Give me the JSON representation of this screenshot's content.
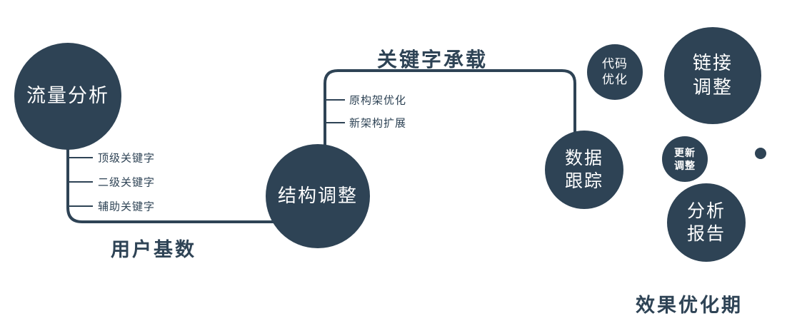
{
  "colors": {
    "primary": "#2e4355",
    "background": "#ffffff",
    "node_text": "#ffffff"
  },
  "nodes": {
    "traffic": {
      "label": "流量分析"
    },
    "structure": {
      "label": "结构调整"
    },
    "data_tracking": {
      "line1": "数据",
      "line2": "跟踪"
    },
    "code_optimization": {
      "line1": "代码",
      "line2": "优化"
    },
    "link_adjustment": {
      "line1": "链接",
      "line2": "调整"
    },
    "update_adjustment": {
      "line1": "更新",
      "line2": "调整"
    },
    "analysis_report": {
      "line1": "分析",
      "line2": "报告"
    }
  },
  "edge_labels": {
    "keyword_carrying": "关键字承载",
    "user_base": "用户基数"
  },
  "branches": {
    "traffic_keywords": [
      "顶级关键字",
      "二级关键字",
      "辅助关键字"
    ],
    "structure_items": [
      "原构架优化",
      "新架构扩展"
    ]
  },
  "footer": {
    "label": "效果优化期"
  }
}
